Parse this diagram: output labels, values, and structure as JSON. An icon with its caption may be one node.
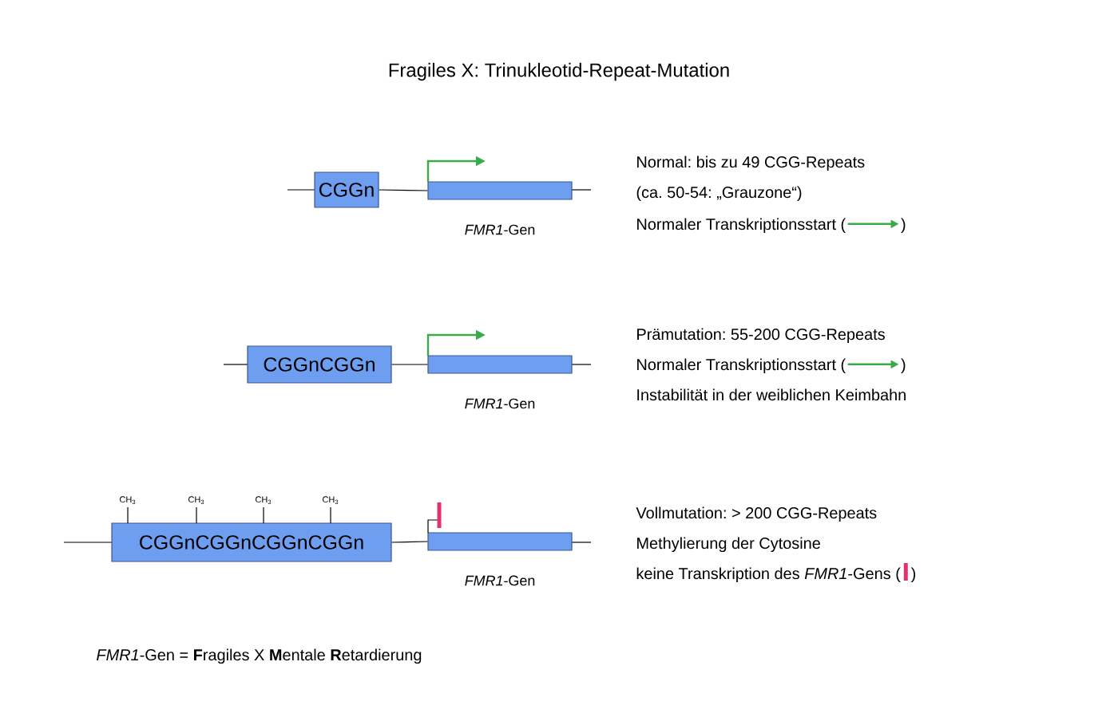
{
  "diagram": {
    "title": "Fragiles X: Trinukleotid-Repeat-Mutation",
    "nodes": [
      {
        "text": [
          "CGGn"
        ]
      },
      {
        "text": [],
        "shape": "bar",
        "beside": [
          "*FMR1*-Gen"
        ]
      },
      {
        "text": [
          "CGGnCGGn"
        ]
      },
      {
        "text": [],
        "shape": "bar",
        "beside": [
          "*FMR1*-Gen"
        ]
      },
      {
        "text": [
          "CGGnCGGnCGGnCGGn"
        ]
      },
      {
        "text": [],
        "shape": "bar",
        "beside": [
          "*FMR1*-Gen"
        ]
      }
    ],
    "edges": [
      {
        "from": 0,
        "to": 1,
        "arrow": "none"
      },
      {
        "from": 2,
        "to": 3,
        "arrow": "none"
      },
      {
        "from": 4,
        "to": 5,
        "arrow": "none"
      }
    ],
    "labels": [
      "Normal: bis zu 49 CGG-Repeats",
      "(ca. 50-54: „Grauzone“)",
      "Normaler Transkriptionsstart (",
      ")",
      "Prämutation: 55-200 CGG-Repeats",
      "Normaler Transkriptionsstart (",
      ")",
      "Instabilität in der weiblichen Keimbahn",
      "CH$_{3}$",
      "CH$_{3}$",
      "CH$_{3}$",
      "CH$_{3}$",
      "Vollmutation: > 200 CGG-Repeats",
      "Methylierung der Cytosine",
      "keine Transkription des *FMR1*-Gens (",
      ")",
      "*FMR1*-Gen = **F**ragiles X **M**entale **R**etardierung"
    ]
  }
}
